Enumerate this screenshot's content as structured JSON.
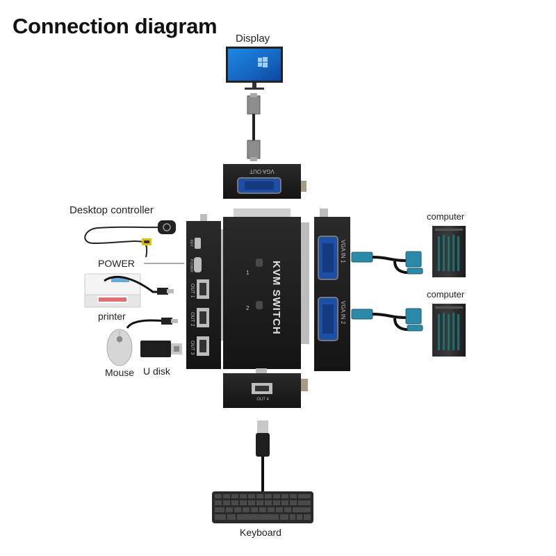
{
  "title": "Connection diagram",
  "labels": {
    "display": "Display",
    "desktop_controller": "Desktop controller",
    "power": "POWER",
    "printer": "printer",
    "mouse": "Mouse",
    "u_disk": "U disk",
    "computer_1": "computer",
    "computer_2": "computer",
    "keyboard": "Keyboard"
  },
  "device_markings": {
    "kvm_switch": "KVM SWITCH",
    "vga_out": "VGA OUT",
    "vga_in_1": "VGA IN 1",
    "vga_in_2": "VGA IN 2",
    "out_1": "OUT 1",
    "out_2": "OUT 2",
    "out_3": "OUT 3",
    "out_4": "OUT 4",
    "key": "KEY",
    "power": "POWER",
    "button_1": "1",
    "button_2": "2"
  }
}
